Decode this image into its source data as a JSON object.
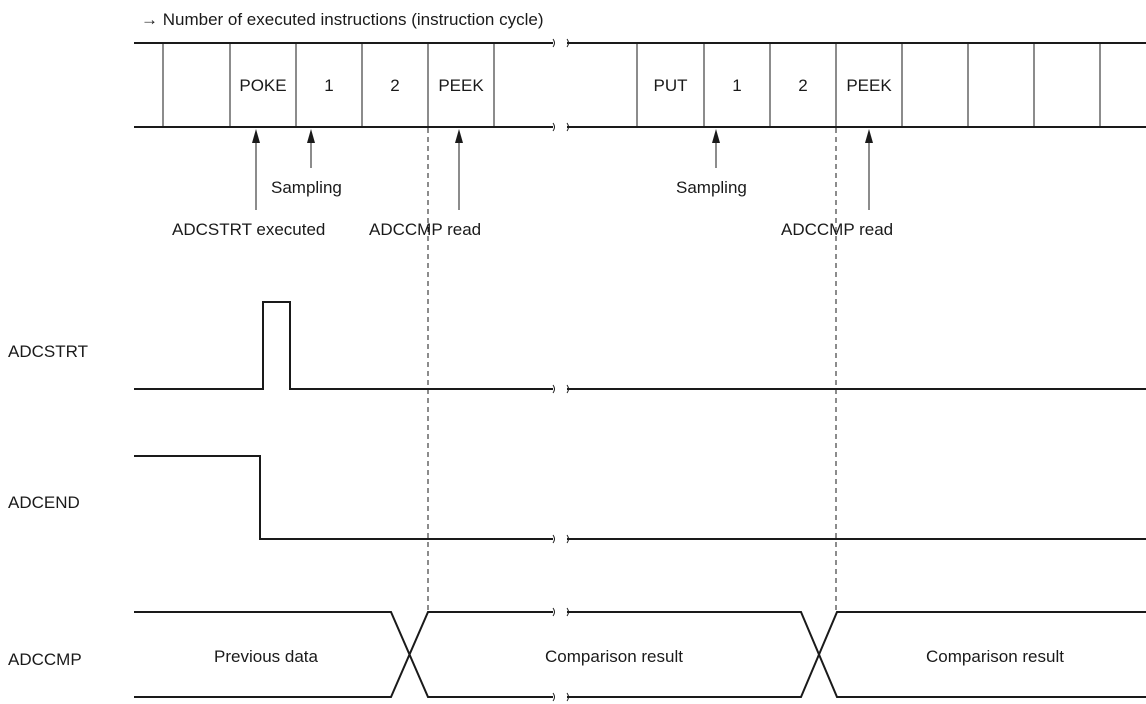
{
  "header": {
    "title": "→ Number of executed instructions (instruction cycle)"
  },
  "instruction_row": {
    "cells": [
      "",
      "",
      "POKE",
      "1",
      "2",
      "PEEK",
      "",
      "",
      "PUT",
      "1",
      "2",
      "PEEK",
      "",
      "",
      "",
      "",
      ""
    ]
  },
  "markers": {
    "adcstrt_executed": "ADCSTRT executed",
    "sampling_1": "Sampling",
    "adccmp_read_1": "ADCCMP read",
    "sampling_2": "Sampling",
    "adccmp_read_2": "ADCCMP read"
  },
  "signals": {
    "adcstrt": {
      "label": "ADCSTRT"
    },
    "adcend": {
      "label": "ADCEND"
    },
    "adccmp": {
      "label": "ADCCMP",
      "segments": [
        "Previous data",
        "Comparison result",
        "Comparison result"
      ]
    }
  }
}
